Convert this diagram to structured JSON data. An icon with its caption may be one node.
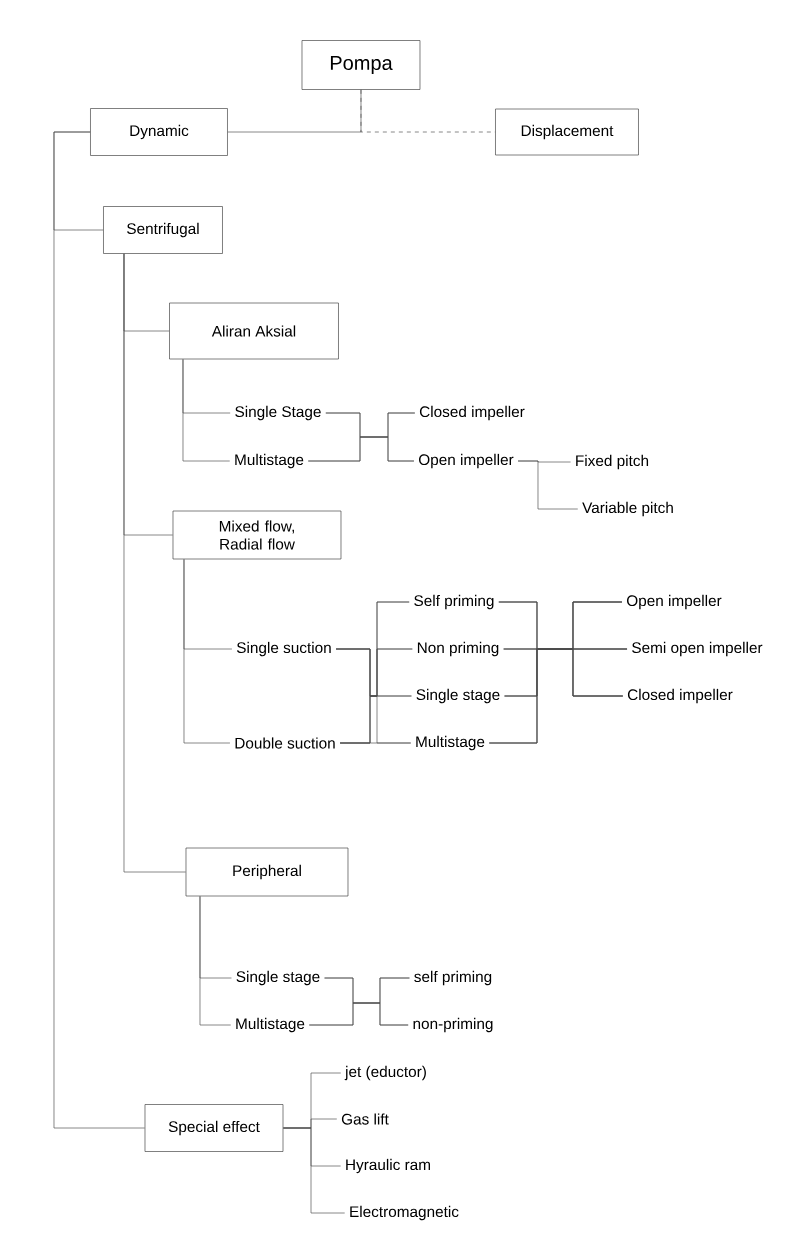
{
  "diagram": {
    "nodes": [
      {
        "text": [
          "Pompa"
        ]
      },
      {
        "text": [
          "Dynamic"
        ]
      },
      {
        "text": [
          "Displacement"
        ]
      },
      {
        "text": [
          "Sentrifugal"
        ]
      },
      {
        "text": [
          "Aliran Aksial"
        ]
      },
      {
        "text": [
          "Single Stage"
        ]
      },
      {
        "text": [
          "Multistage"
        ]
      },
      {
        "text": [
          "Closed impeller"
        ]
      },
      {
        "text": [
          "Open impeller"
        ]
      },
      {
        "text": [
          "Fixed pitch"
        ]
      },
      {
        "text": [
          "Variable pitch"
        ]
      },
      {
        "text": [
          "Mixed flow, Radial flow"
        ]
      },
      {
        "text": [
          "Single suction"
        ]
      },
      {
        "text": [
          "Double suction"
        ]
      },
      {
        "text": [
          "Self priming"
        ]
      },
      {
        "text": [
          "Non priming"
        ]
      },
      {
        "text": [
          "Single stage"
        ]
      },
      {
        "text": [
          "Multistage"
        ]
      },
      {
        "text": [
          "Open impeller"
        ]
      },
      {
        "text": [
          "Semi open impeller"
        ]
      },
      {
        "text": [
          "Closed impeller"
        ]
      },
      {
        "text": [
          "Peripheral"
        ]
      },
      {
        "text": [
          "Single stage"
        ]
      },
      {
        "text": [
          "Multistage"
        ]
      },
      {
        "text": [
          "self priming"
        ]
      },
      {
        "text": [
          "non-priming"
        ]
      },
      {
        "text": [
          "Special effect"
        ]
      },
      {
        "text": [
          "jet (eductor)"
        ]
      },
      {
        "text": [
          "Gas lift"
        ]
      },
      {
        "text": [
          "Hyraulic ram"
        ]
      },
      {
        "text": [
          "Electromagnetic"
        ]
      }
    ],
    "edges": [
      {
        "from": 0,
        "to": 1,
        "arrow": "none"
      },
      {
        "from": 0,
        "to": 2,
        "arrow": "none",
        "style": "dashed"
      },
      {
        "from": 1,
        "to": 3,
        "arrow": "none"
      },
      {
        "from": 1,
        "to": 26,
        "arrow": "none"
      },
      {
        "from": 3,
        "to": 4,
        "arrow": "none"
      },
      {
        "from": 3,
        "to": 11,
        "arrow": "none"
      },
      {
        "from": 3,
        "to": 21,
        "arrow": "none"
      },
      {
        "from": 4,
        "to": 5,
        "arrow": "none"
      },
      {
        "from": 4,
        "to": 6,
        "arrow": "none"
      },
      {
        "from": 5,
        "to": 7,
        "arrow": "none"
      },
      {
        "from": 5,
        "to": 8,
        "arrow": "none"
      },
      {
        "from": 6,
        "to": 7,
        "arrow": "none"
      },
      {
        "from": 6,
        "to": 8,
        "arrow": "none"
      },
      {
        "from": 8,
        "to": 9,
        "arrow": "none"
      },
      {
        "from": 8,
        "to": 10,
        "arrow": "none"
      },
      {
        "from": 11,
        "to": 12,
        "arrow": "none"
      },
      {
        "from": 11,
        "to": 13,
        "arrow": "none"
      },
      {
        "from": 12,
        "to": 14,
        "arrow": "none"
      },
      {
        "from": 12,
        "to": 15,
        "arrow": "none"
      },
      {
        "from": 12,
        "to": 16,
        "arrow": "none"
      },
      {
        "from": 12,
        "to": 17,
        "arrow": "none"
      },
      {
        "from": 13,
        "to": 14,
        "arrow": "none"
      },
      {
        "from": 13,
        "to": 15,
        "arrow": "none"
      },
      {
        "from": 13,
        "to": 16,
        "arrow": "none"
      },
      {
        "from": 13,
        "to": 17,
        "arrow": "none"
      },
      {
        "from": 14,
        "to": 18,
        "arrow": "none"
      },
      {
        "from": 14,
        "to": 19,
        "arrow": "none"
      },
      {
        "from": 14,
        "to": 20,
        "arrow": "none"
      },
      {
        "from": 15,
        "to": 18,
        "arrow": "none"
      },
      {
        "from": 15,
        "to": 19,
        "arrow": "none"
      },
      {
        "from": 15,
        "to": 20,
        "arrow": "none"
      },
      {
        "from": 16,
        "to": 18,
        "arrow": "none"
      },
      {
        "from": 16,
        "to": 19,
        "arrow": "none"
      },
      {
        "from": 16,
        "to": 20,
        "arrow": "none"
      },
      {
        "from": 17,
        "to": 18,
        "arrow": "none"
      },
      {
        "from": 17,
        "to": 19,
        "arrow": "none"
      },
      {
        "from": 17,
        "to": 20,
        "arrow": "none"
      },
      {
        "from": 21,
        "to": 22,
        "arrow": "none"
      },
      {
        "from": 21,
        "to": 23,
        "arrow": "none"
      },
      {
        "from": 22,
        "to": 24,
        "arrow": "none"
      },
      {
        "from": 22,
        "to": 25,
        "arrow": "none"
      },
      {
        "from": 23,
        "to": 24,
        "arrow": "none"
      },
      {
        "from": 23,
        "to": 25,
        "arrow": "none"
      },
      {
        "from": 26,
        "to": 27,
        "arrow": "none"
      },
      {
        "from": 26,
        "to": 28,
        "arrow": "none"
      },
      {
        "from": 26,
        "to": 29,
        "arrow": "none"
      },
      {
        "from": 26,
        "to": 30,
        "arrow": "none"
      }
    ]
  }
}
